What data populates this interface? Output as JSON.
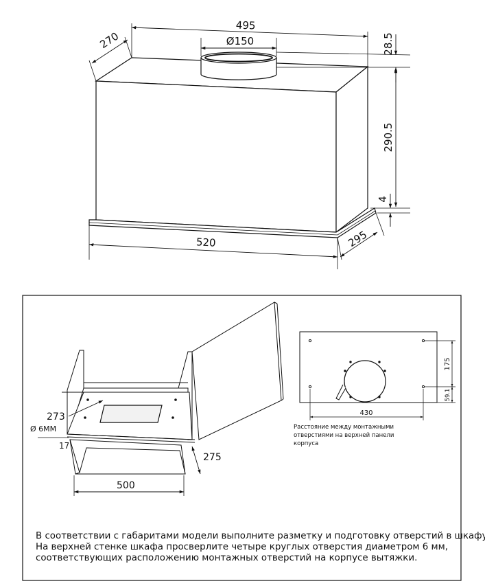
{
  "top_diagram": {
    "dim_width_top": "495",
    "dim_depth_top": "270",
    "dim_duct_diameter": "Ø150",
    "dim_duct_height": "28.5",
    "dim_body_height": "290.5",
    "dim_bottom_offset": "4",
    "dim_width_bottom": "520",
    "dim_depth_bottom": "295"
  },
  "install_panel": {
    "cabinet": {
      "dim_hole_diameter": "Ø 6MM",
      "dim_hole_offset": "273",
      "dim_front_offset": "17",
      "dim_cutout_depth": "275",
      "dim_cutout_width": "500"
    },
    "top_panel": {
      "dim_hole_spacing_x": "430",
      "dim_hole_spacing_y": "175",
      "dim_hole_offset_y": "59.1",
      "note_lines": [
        "Расстояние между монтажными",
        "отверстиями на верхней панели",
        "корпуса"
      ]
    },
    "instructions": [
      "В соответствии с габаритами модели выполните разметку и подготовку отверстий в шкафу.",
      "На верхней стенке шкафа просверлите четыре круглых отверстия диаметром 6 мм,",
      "соответствующих расположению монтажных отверстий на корпусе вытяжки."
    ]
  }
}
